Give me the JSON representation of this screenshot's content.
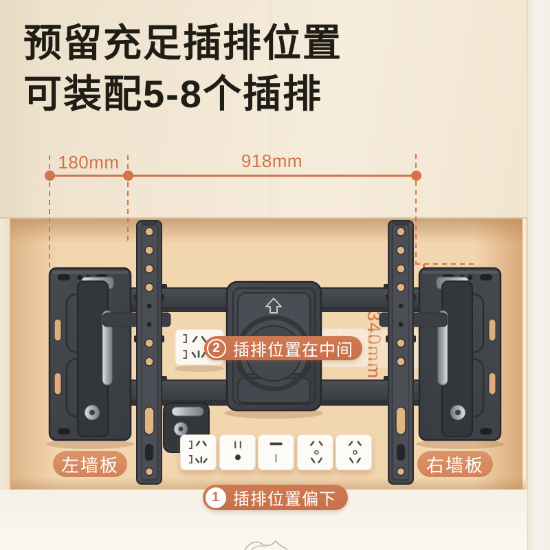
{
  "colors": {
    "accent": "#d0744a",
    "badge_pill": "#c97450",
    "label_pill": "#d78a5e",
    "title_text": "#201d17",
    "wall": "#f2d6b0",
    "hardware": "#3b3e43"
  },
  "title": {
    "line1": "预留充足插排位置",
    "line2": "可装配5-8个插排"
  },
  "dimensions": {
    "plate_width": "180mm",
    "span": "918mm",
    "height": "340mm"
  },
  "plate_labels": {
    "left": "左墙板",
    "right": "右墙板"
  },
  "callouts": {
    "middle": {
      "number": "2",
      "label": "插排位置在中间"
    },
    "bottom": {
      "number": "1",
      "label": "插排位置偏下"
    }
  },
  "icons": {
    "center_plate": "arrow-up-icon"
  },
  "sockets": {
    "bottom_row": [
      "five-hole-socket",
      "indicator-socket",
      "usb-socket",
      "five-hole-socket",
      "five-hole-socket"
    ],
    "middle_row": [
      "five-hole-socket",
      "ghost-socket",
      "ghost-socket"
    ]
  }
}
